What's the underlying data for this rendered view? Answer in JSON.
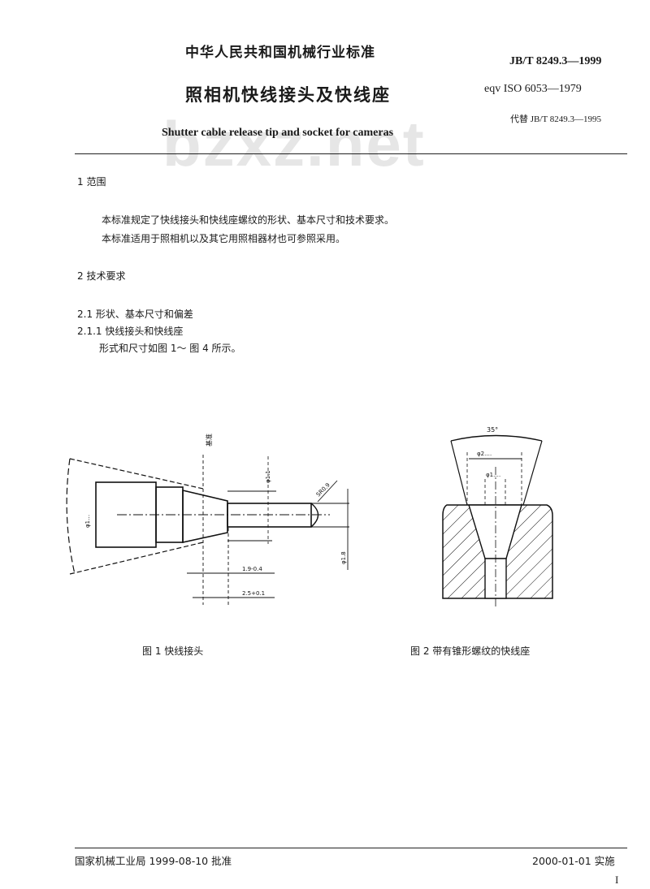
{
  "watermark": "bzxz.net",
  "header": {
    "category": "中华人民共和国机械行业标准",
    "title_cn": "照相机快线接头及快线座",
    "title_en": "Shutter cable release tip and socket for cameras",
    "standard_code": "JB/T 8249.3—1999",
    "equivalent": "eqv ISO 6053—1979",
    "replaces": "代替 JB/T 8249.3—1995"
  },
  "sections": [
    {
      "heading": "1  范围",
      "paragraphs": [
        "本标准规定了快线接头和快线座螺纹的形状、基本尺寸和技术要求。",
        "本标准适用于照相机以及其它用照相器材也可参照采用。"
      ]
    },
    {
      "heading": "2  技术要求"
    }
  ],
  "subsections": {
    "s2_1": "2.1   形状、基本尺寸和偏差",
    "s2_1_1": "2.1.1   快线接头和快线座",
    "s2_1_1_text": "形式和尺寸如图 1～ 图 4 所示。"
  },
  "figures": [
    {
      "caption": "图 1   快线接头",
      "labels": {
        "ref_plane": "基准",
        "dia_left": "φ1…",
        "dia_neck": "φ1.1",
        "sphere": "SR0.9",
        "dia_pin": "φ1.8",
        "len_1": "1.9-0.4",
        "len_2": "2.5+0.1"
      }
    },
    {
      "caption": "图 2   带有锥形螺纹的快线座",
      "labels": {
        "angle": "35°",
        "dia_top": "φ2.…",
        "dia_inner": "φ1.…"
      }
    }
  ],
  "footer": {
    "approval": "国家机械工业局 1999-08-10 批准",
    "implementation": "2000-01-01 实施",
    "page_number": "I"
  }
}
